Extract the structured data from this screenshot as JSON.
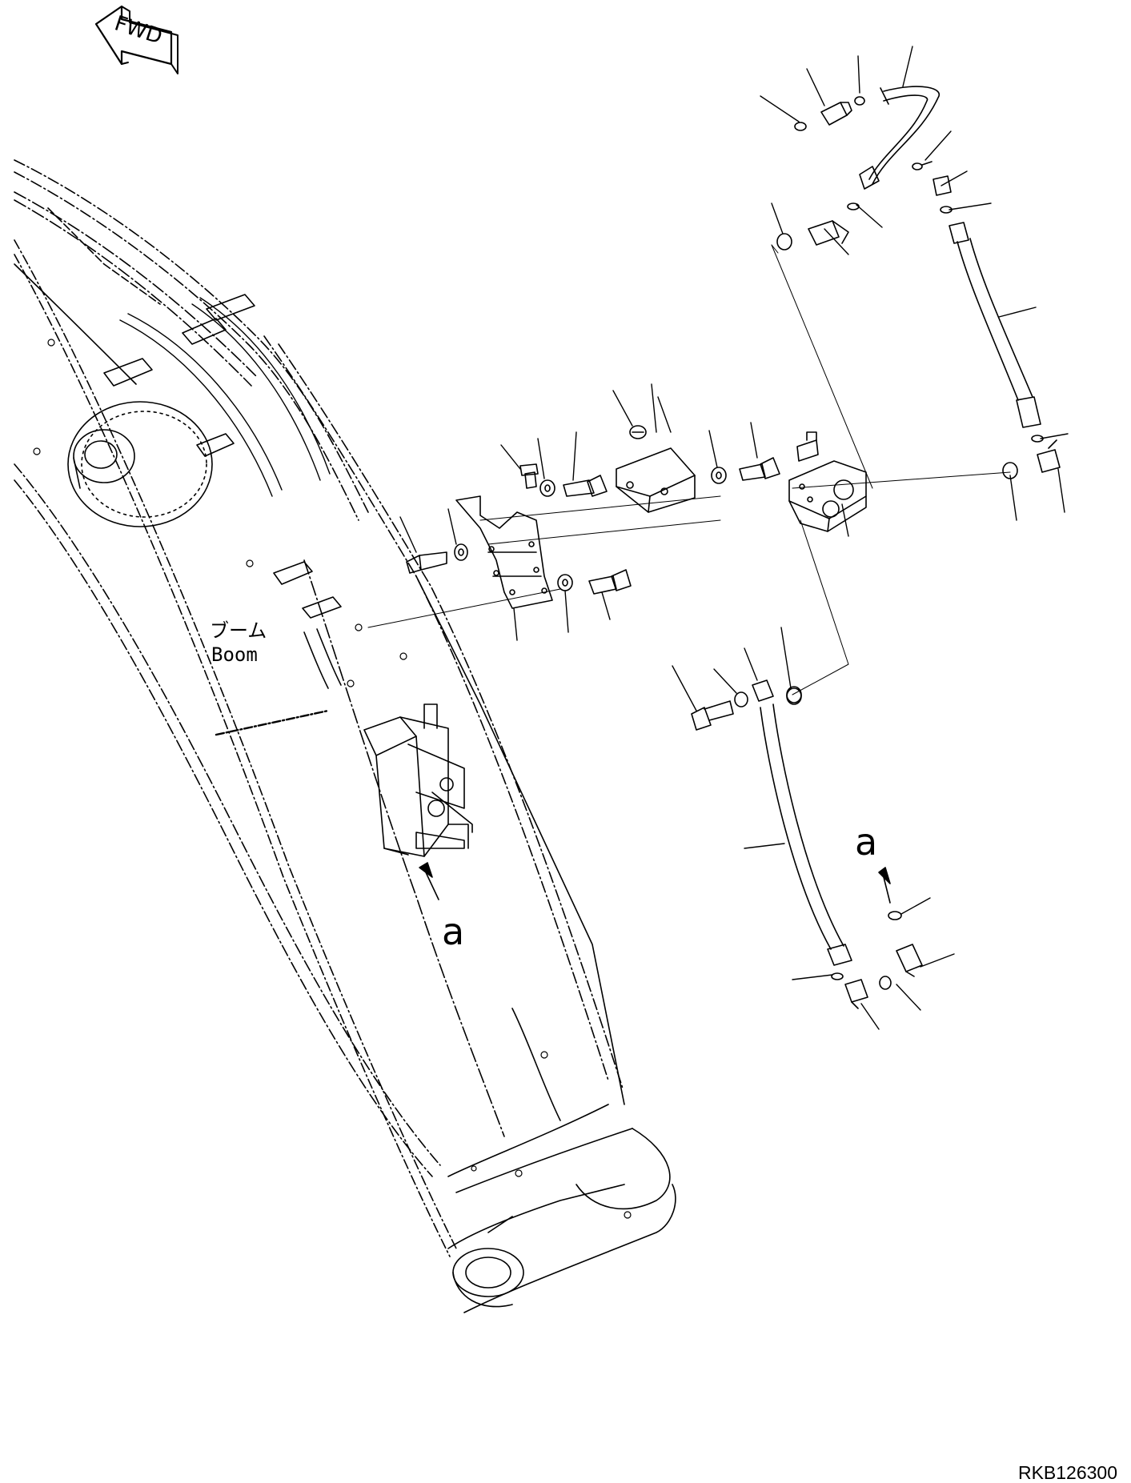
{
  "direction_label": "FWD",
  "boom_label_jp": "ブーム",
  "boom_label_en": "Boom",
  "detail_callout": "a",
  "detail_view_label": "a",
  "drawing_code": "RKB126300",
  "ink_color": "#000000",
  "paper_color": "#ffffff",
  "icons": {
    "direction": "fwd-arrow-icon"
  }
}
